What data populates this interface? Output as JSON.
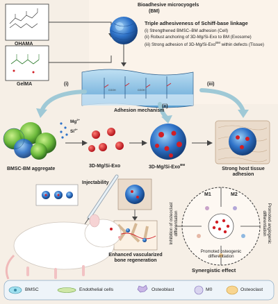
{
  "labels": {
    "ohama": "OHAMA",
    "gelma": "GelMA",
    "bm_title": "Bioadhesive microcyogels",
    "bm_abbr": "(BM)",
    "triple_title": "Triple adhesiveness of Schiff-base linkage",
    "triple_i": "(i)   Strengthened BMSC–BM adhesion (Cell)",
    "triple_ii": "(ii)  Robust anchoring of 3D-Mg/Si-Exo to BM (Exosome)",
    "triple_iii": "(iii) Strong adhesion of 3D-Mg/Si-Exo",
    "triple_iii_sup": "BM",
    "triple_iii_end": " within defects (Tissue)",
    "mech_i": "(i)",
    "mech_ii": "(ii)",
    "mech_iii": "(iii)",
    "adhesion_mechanism": "Adhesion mechanism",
    "mg": "Mg",
    "mg_sup": "2+",
    "si": "Si",
    "si_sup": "4+",
    "bmsc_bm_aggregate": "BMSC-BM aggregate",
    "exo": "3D-Mg/Si-Exo",
    "exo_bm": "3D-Mg/Si-Exo",
    "exo_bm_sup": "BM",
    "strong_host_1": "Strong host tissue",
    "strong_host_2": "adhesion",
    "injectability": "Injectability",
    "enhanced_1": "Enhanced vascularized",
    "enhanced_2": "bone regeneration",
    "m1": "M1",
    "m2": "M2",
    "inhibition": "Inhibition of osteoclast differentiation",
    "promoted_angio": "Promoted angiogenic differentiation",
    "promoted_osteo_1": "Promoted osteogenic",
    "promoted_osteo_2": "differentiation",
    "synergistic": "Synergistic effect"
  },
  "legend": [
    {
      "label": "BMSC",
      "icon": "bmsc-icon"
    },
    {
      "label": "Endothelial cells",
      "icon": "endothelial-cell-icon"
    },
    {
      "label": "Osteoblast",
      "icon": "osteoblast-icon"
    },
    {
      "label": "M0",
      "icon": "macrophage-icon"
    },
    {
      "label": "Osteoclast",
      "icon": "osteoclast-icon"
    }
  ],
  "colors": {
    "accent_blue": "#2f73c9",
    "exosome_red": "#d11f26",
    "arrow_teal": "#9fc9d6",
    "bone": "#e9d5b9",
    "green": "#7cc24a"
  }
}
